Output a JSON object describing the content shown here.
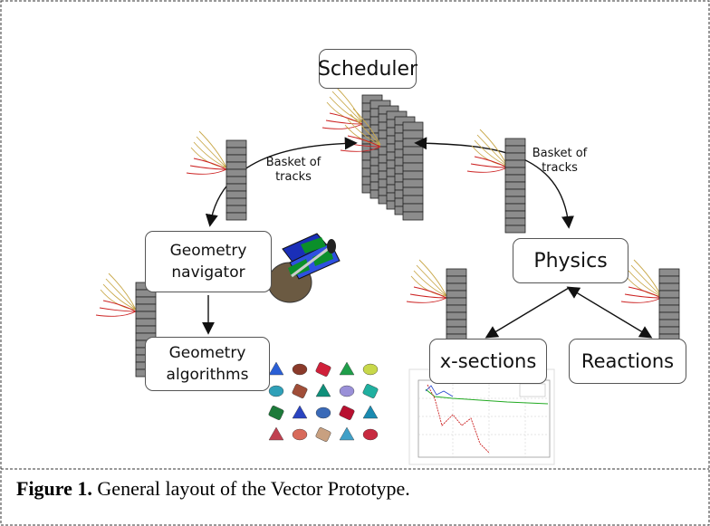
{
  "diagram": {
    "scheduler": "Scheduler",
    "geometry_navigator": [
      "Geometry",
      "navigator"
    ],
    "geometry_algorithms": [
      "Geometry",
      "algorithms"
    ],
    "physics": "Physics",
    "xsections": "x-sections",
    "reactions": "Reactions",
    "basket_left": [
      "Basket of",
      "tracks"
    ],
    "basket_right": [
      "Basket of",
      "tracks"
    ]
  },
  "caption": {
    "label": "Figure 1.",
    "text": " General layout of the Vector Prototype."
  },
  "colors": {
    "border": "#333333",
    "basket_fill": "#8c8c8c",
    "track_red": "#cc2222",
    "track_yellow": "#c9a84a"
  }
}
